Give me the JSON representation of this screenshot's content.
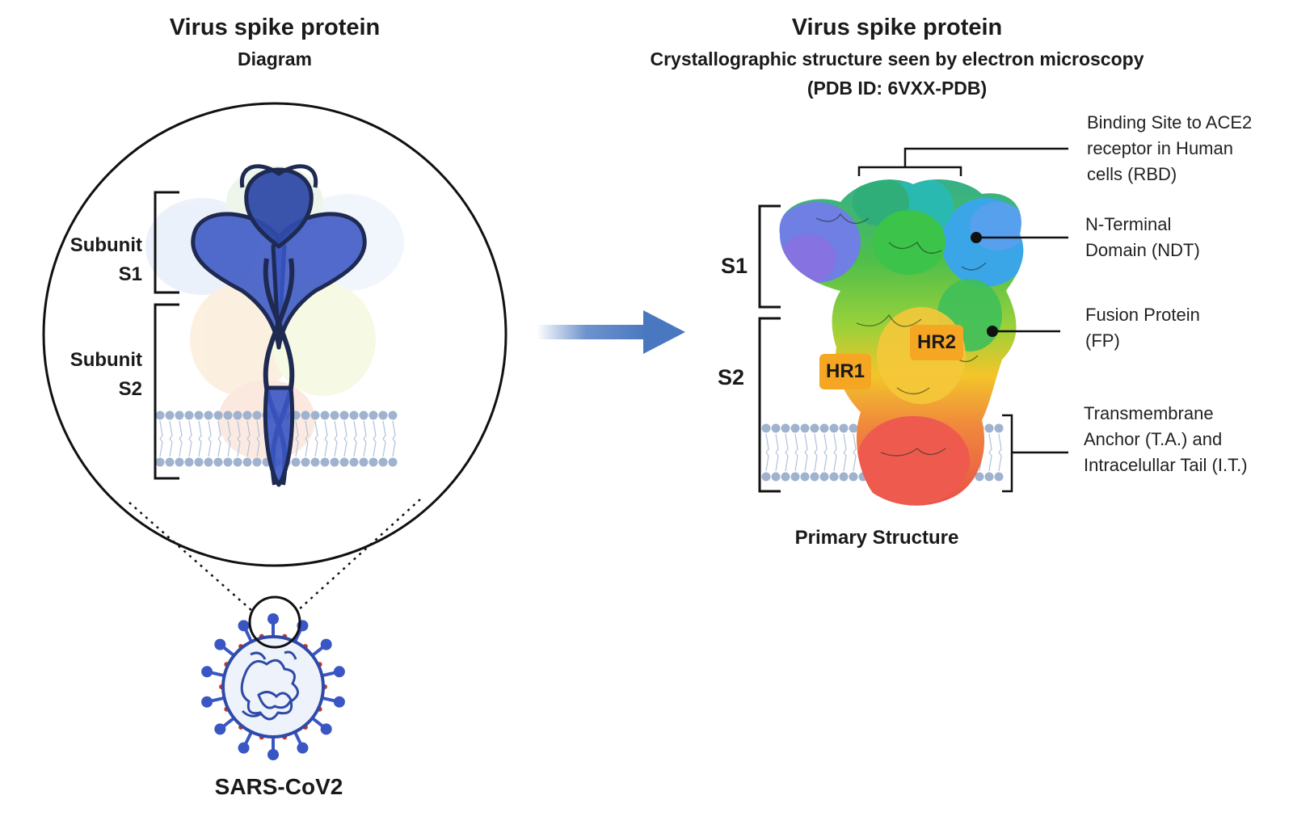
{
  "left_panel": {
    "title": "Virus spike protein",
    "subtitle": "Diagram",
    "subunit_s1_label": [
      "Subunit",
      "S1"
    ],
    "subunit_s2_label": [
      "Subunit",
      "S2"
    ],
    "virus_label": "SARS-CoV2"
  },
  "right_panel": {
    "title": "Virus spike protein",
    "subtitle_line1": "Crystallographic structure seen by electron microscopy",
    "subtitle_line2": "(PDB ID: 6VXX-PDB)",
    "s1_label": "S1",
    "s2_label": "S2",
    "hr1_label": "HR1",
    "hr2_label": "HR2",
    "caption": "Primary Structure",
    "annotations": {
      "rbd": "Binding Site to ACE2 receptor in Human cells (RBD)",
      "ndt": "N-Terminal Domain (NDT)",
      "fp": "Fusion Protein (FP)",
      "ta": "Transmembrane Anchor (T.A.) and Intracelullar Tail (I.T.)"
    }
  },
  "colors": {
    "spike_blue": "#3a56c4",
    "arrow_blue": "#4a78c0",
    "membrane": "#9fb3cf",
    "hr_orange": "#f5a623",
    "virus_red": "#c0392b"
  }
}
